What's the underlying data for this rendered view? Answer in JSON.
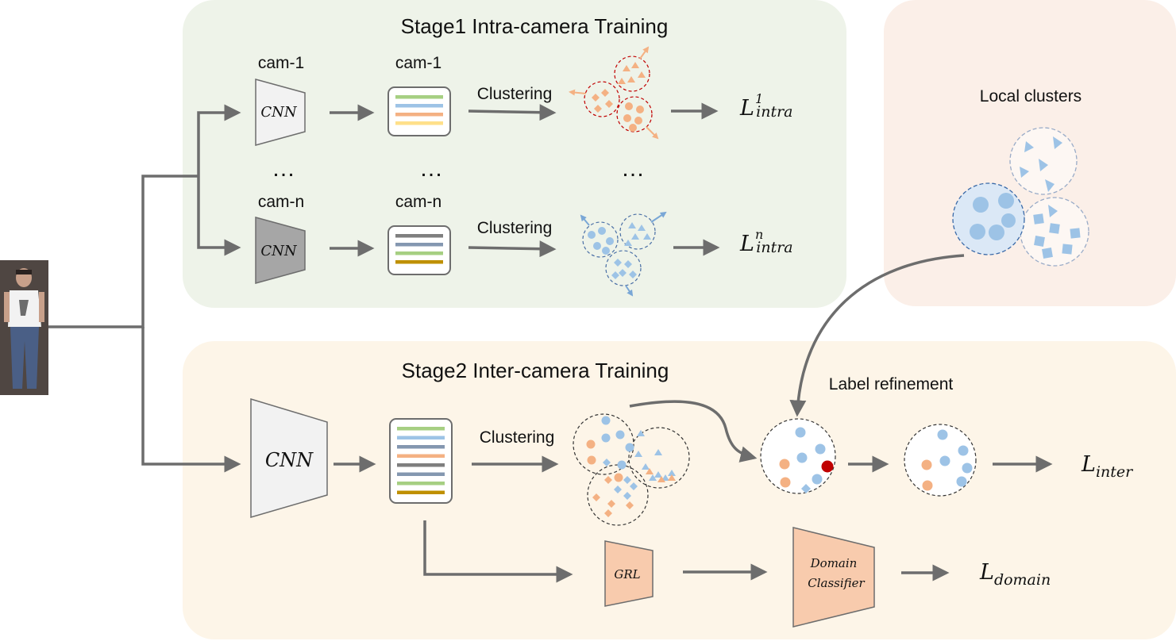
{
  "stage1": {
    "title": "Stage1 Intra-camera Training",
    "branch1": {
      "cam_label": "cam-1",
      "feature_label": "cam-1",
      "cnn_label": "CNN",
      "clustering_label": "Clustering",
      "loss_main": "L",
      "loss_sub": "intra",
      "loss_sup": "1"
    },
    "ellipsis": "…",
    "branchN": {
      "cam_label": "cam-n",
      "feature_label": "cam-n",
      "cnn_label": "CNN",
      "clustering_label": "Clustering",
      "loss_main": "L",
      "loss_sub": "intra",
      "loss_sup": "n"
    },
    "feature_colors_1": [
      "#a6cf82",
      "#9dc3e6",
      "#f4b183",
      "#ffe08a"
    ],
    "feature_colors_n": [
      "#7f7f7f",
      "#8497b0",
      "#a6cf82",
      "#bf9000"
    ]
  },
  "local_clusters": {
    "title": "Local clusters"
  },
  "stage2": {
    "title": "Stage2 Inter-camera Training",
    "cnn_label": "CNN",
    "clustering_label": "Clustering",
    "label_refinement": "Label refinement",
    "loss_inter_main": "L",
    "loss_inter_sub": "inter",
    "grl_label": "GRL",
    "domain_classifier_line1": "Domain",
    "domain_classifier_line2": "Classifier",
    "loss_domain_main": "L",
    "loss_domain_sub": "domain",
    "feature_colors": [
      "#a6cf82",
      "#9dc3e6",
      "#8497b0",
      "#f4b183",
      "#7f7f7f",
      "#8497b0",
      "#a6cf82",
      "#bf9000"
    ]
  },
  "colors": {
    "stage1_bg": "#eef3e9",
    "stage2_bg": "#fdf5e8",
    "local_bg": "#fbefe8",
    "orange": "#f4b183",
    "blue": "#9dc3e6",
    "dark_red": "#c00000",
    "arrow": "#6d6d6d"
  }
}
